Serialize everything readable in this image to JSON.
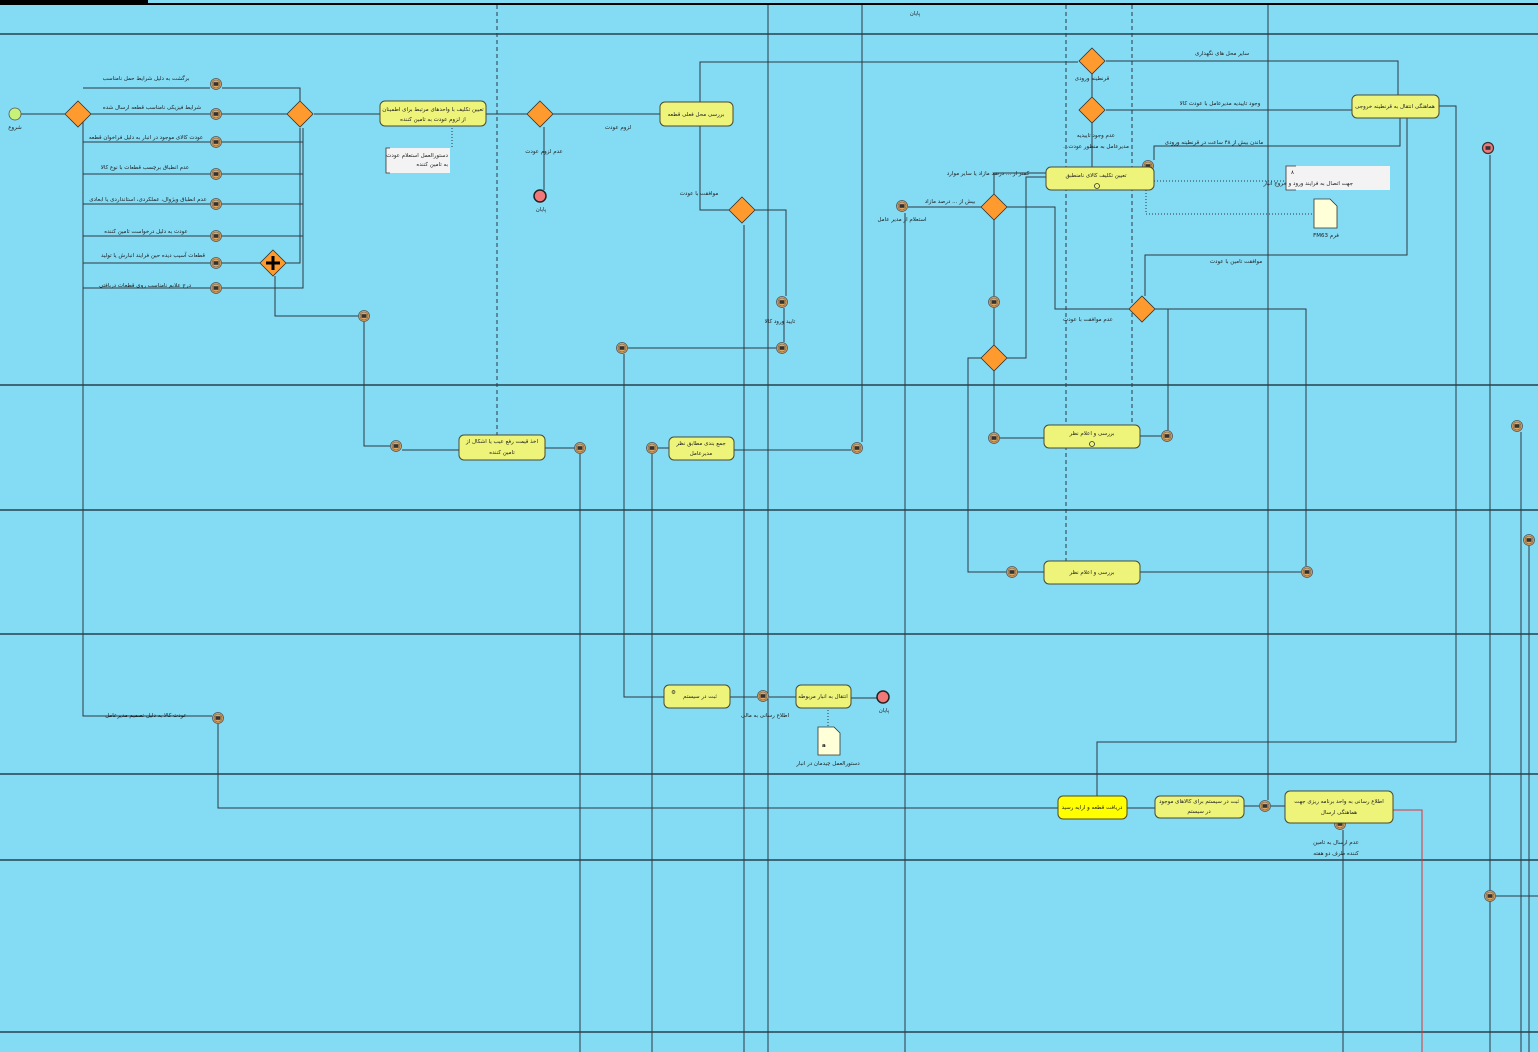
{
  "colors": {
    "background": "#84dbf4",
    "task": "#eef47a",
    "task_highlight": "#ffff00",
    "gateway": "#ff9a2e",
    "start": "#c6f27a",
    "end": "#f07878",
    "event": "#e0a860",
    "exception_flow": "#e03030"
  },
  "start": {
    "label": "شروع"
  },
  "top_end": {
    "label": "پایان"
  },
  "left_branches": [
    "برگشت به دلیل شرایط حمل نامناسب",
    "شرایط فیزیکی نامناسب قطعه ارسال شده",
    "عودت کالای موجود در انبار به دلیل فراخوان قطعه",
    "عدم انطباق برچسب قطعات با نوع کالا",
    "عدم انطباق ویژوال، عملکردی، استانداردی یا ابعادی",
    "عودت به دلیل درخواست تامین کننده",
    "قطعات آسیب دیده حین فرایند انبارش یا تولید",
    "درج علایم نامناسب روی قطعات دریافتی"
  ],
  "tasks": {
    "t1": [
      "تعیین تکلیف با واحدهای مرتبط برای اطمینان",
      "از لزوم عودت به تامین کننده"
    ],
    "t2": "بررسی محل فعلی قطعه",
    "t3": "هماهنگی انتقال به قرنطینه خروجی",
    "t4": "تعیین تکلیف کالای نامنطبق",
    "t5": [
      "اخذ قیمت رفع عیب یا اشکال از",
      "تامین کننده"
    ],
    "t6": [
      "جمع بندی مطابق نظر",
      "مدیرعامل"
    ],
    "t7": "بررسی و اعلام نظر",
    "t8": "بررسی و اعلام نظر",
    "t9": "ثبت در سیستم",
    "t10": "انتقال به انبار مربوطه",
    "t11": "دریافت قطعه و ارایه رسید",
    "t12": [
      "ثبت در سیستم برای کالاهای موجود",
      "در سیستم"
    ],
    "t13": [
      "اطلاع رسانی به واحد برنامه ریزی جهت",
      "هماهنگی ارسال"
    ]
  },
  "annotations": {
    "a1": [
      "دستورالعمل استعلام عودت",
      "به تامین کننده"
    ],
    "a2": [
      "۸",
      "جهت اتصال به فرایند ورود و خروج انبار"
    ]
  },
  "data_objects": {
    "d1": "فرم FM63",
    "d2": "دستورالعمل چیدمان در انبار"
  },
  "flow_labels": {
    "need_return": "لزوم عودت",
    "no_need_return": "عدم لزوم عودت",
    "end1": "پایان",
    "agree_return": "موافقت با عودت",
    "confirm_entry": "تایید ورود کالا",
    "inbound_quarantine": "قرنطینه ورودی",
    "other_storage": "سایر محل های نگهداری",
    "ceo_approval": "وجود تاییدیه مدیرعامل با عودت کالا",
    "no_approval_1": "عدم وجود تاییدیه",
    "no_approval_2": "مدیرعامل به منظور عودت...",
    "over_48h": "ماندن بیش از ۴۸ ساعت در قرنطینه ورودی",
    "less_than": "کمتر از ... درصد مازاد یا سایر موارد",
    "more_than": "بیش از ... درصد مازاد",
    "ceo_inquiry": "استعلام از مدیر عامل",
    "supplier_agree": "موافقت تامین با عودت",
    "disagree_return": "عدم موافقت  با عودت",
    "notify_finance": "اطلاع رسانی به مالی",
    "end2": "پایان",
    "ceo_decision_return": "عودت کالا به دلیل تصمیم مدیرعامل",
    "not_sent_1": "عدم ارسال به تامین",
    "not_sent_2": "کننده ظرف دو هفته"
  }
}
